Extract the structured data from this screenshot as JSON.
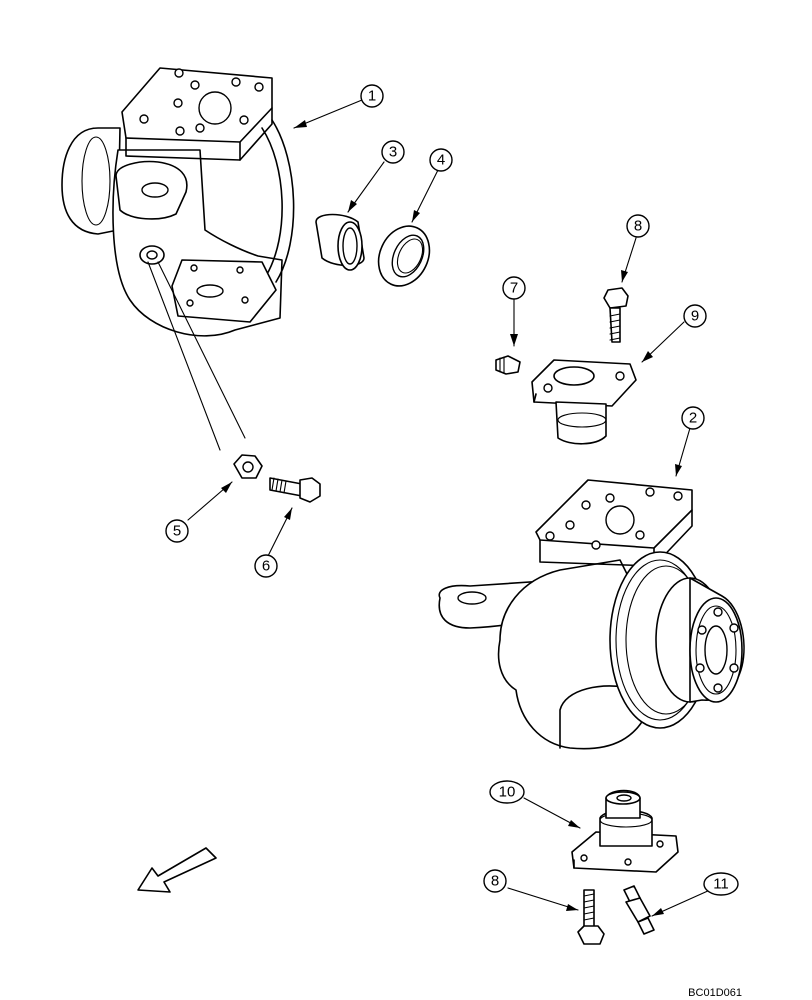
{
  "callouts": {
    "c1": "1",
    "c2": "2",
    "c3": "3",
    "c4": "4",
    "c5": "5",
    "c6": "6",
    "c7": "7",
    "c8a": "8",
    "c8b": "8",
    "c9": "9",
    "c10": "10",
    "c11": "11"
  },
  "drawing_code": "BC01D061",
  "direction_arrow_icon": "front-direction-arrow-icon"
}
